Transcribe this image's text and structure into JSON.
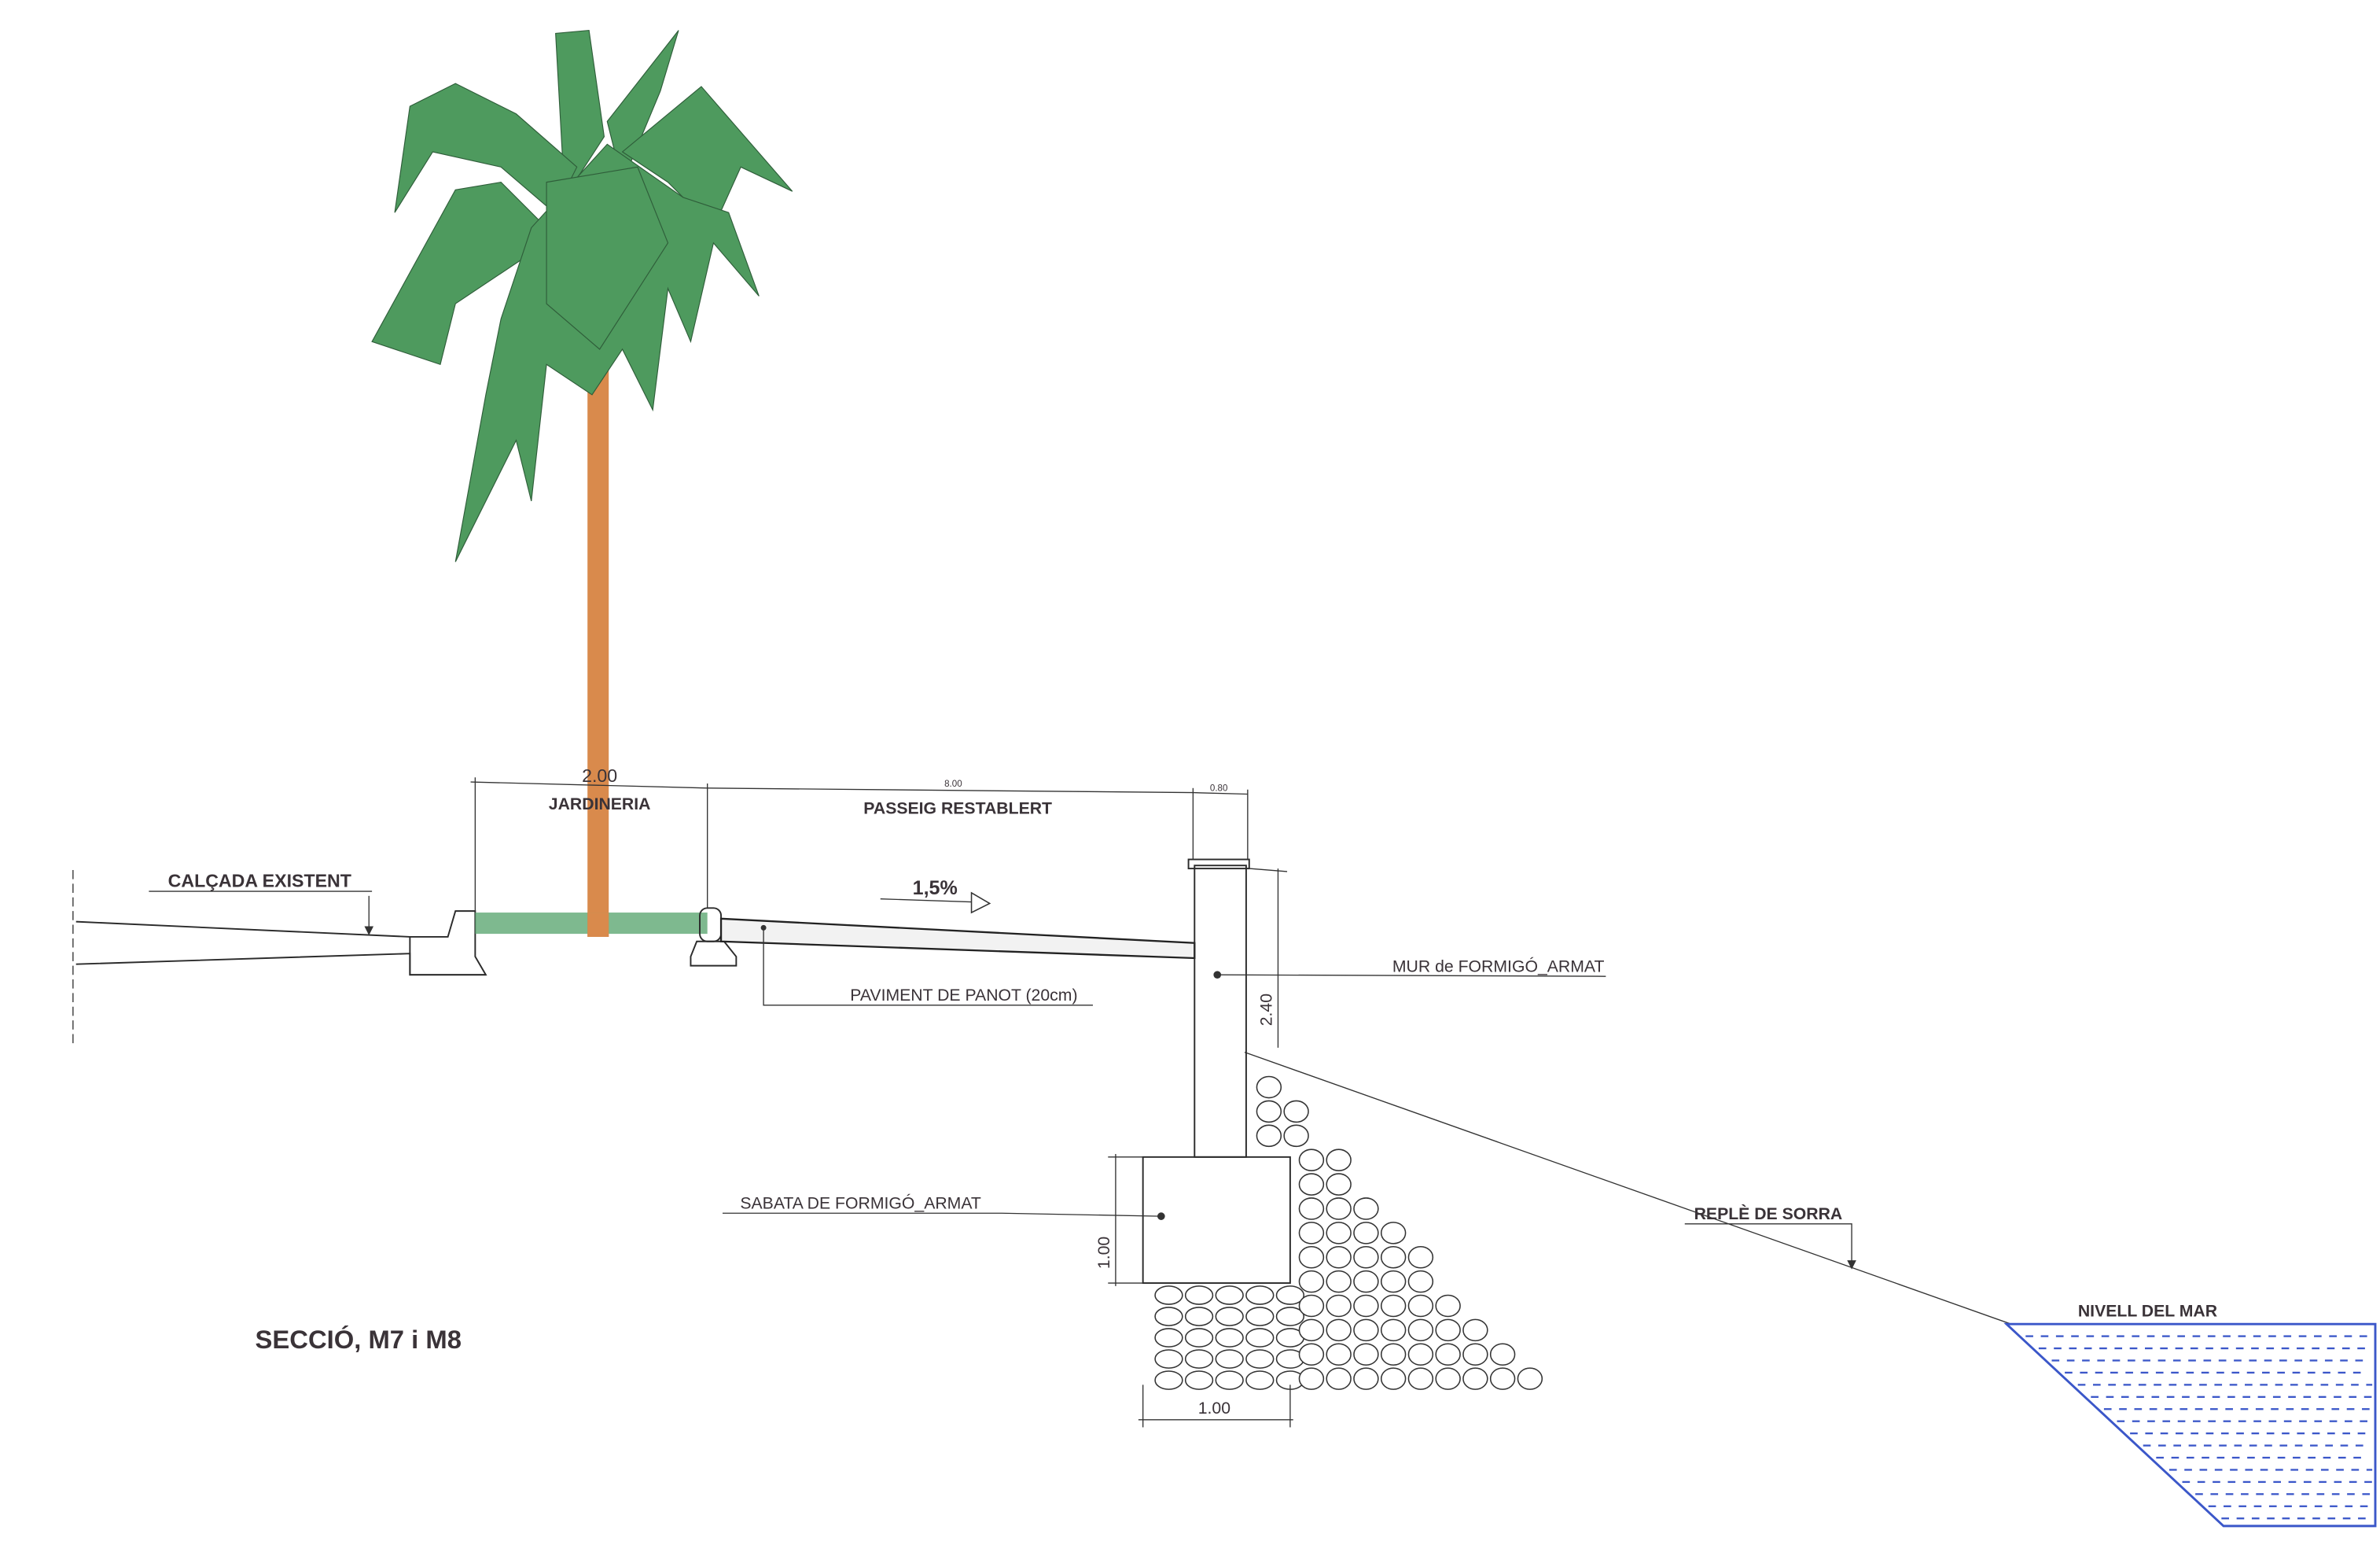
{
  "title": "SECCIÓ, M7 i M8",
  "labels": {
    "calcada": "CALÇADA EXISTENT",
    "jardineria": "JARDINERIA",
    "passeig": "PASSEIG RESTABLERT",
    "slope": "1,5%",
    "mur": "MUR de FORMIGÓ_ARMAT",
    "paviment": "PAVIMENT DE PANOT (20cm)",
    "sabata": "SABATA DE FORMIGÓ_ARMAT",
    "reple": "REPLÈ DE SORRA",
    "nivell": "NIVELL DEL MAR"
  },
  "dimensions": {
    "jardineria_width": "2.00",
    "passeig_width": "8.00",
    "mur_width": "0.80",
    "mur_height": "2.40",
    "sabata_height": "1.00",
    "sabata_width": "1.00"
  },
  "colors": {
    "palm_leaves": "#4e9a5e",
    "palm_trunk": "#d98a4c",
    "planting": "#5ea873",
    "water": "#3b57c9"
  }
}
